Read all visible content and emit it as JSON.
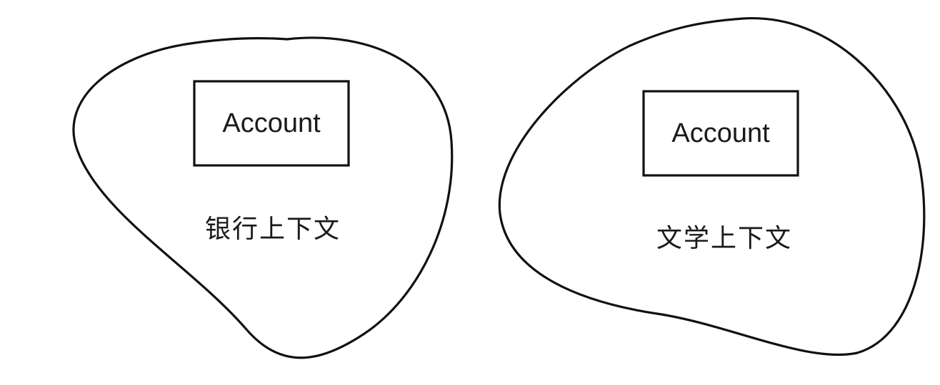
{
  "contexts": [
    {
      "entity_label": "Account",
      "context_label": "银行上下文"
    },
    {
      "entity_label": "Account",
      "context_label": "文学上下文"
    }
  ],
  "colors": {
    "stroke": "#111111",
    "text": "#1a1a1a",
    "background": "#ffffff"
  }
}
